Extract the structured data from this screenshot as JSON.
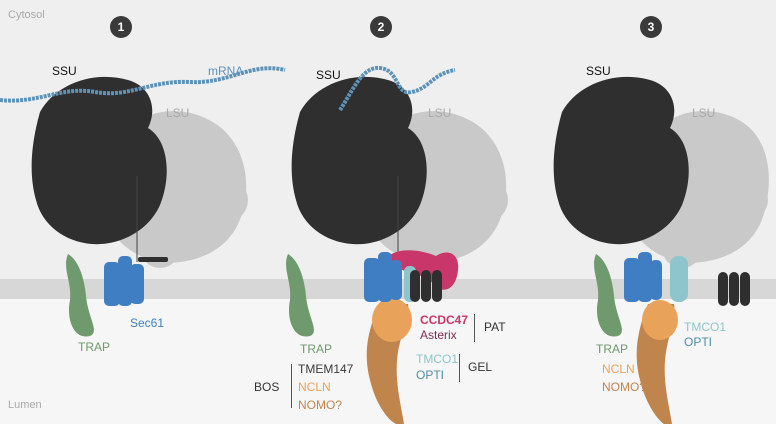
{
  "regions": {
    "top": "Cytosol",
    "bottom": "Lumen"
  },
  "panels": [
    {
      "number": "1",
      "ssu": "SSU",
      "lsu": "LSU",
      "mrna": "mRNA",
      "sec61": "Sec61",
      "trap": "TRAP"
    },
    {
      "number": "2",
      "ssu": "SSU",
      "lsu": "LSU",
      "trap": "TRAP",
      "pat": {
        "label": "PAT",
        "members": [
          "CCDC47",
          "Asterix"
        ]
      },
      "gel": {
        "label": "GEL",
        "members": [
          "TMCO1",
          "OPTI"
        ]
      },
      "bos": {
        "label": "BOS",
        "members": [
          "TMEM147",
          "NCLN",
          "NOMO?"
        ]
      }
    },
    {
      "number": "3",
      "ssu": "SSU",
      "lsu": "LSU",
      "trap": "TRAP",
      "members": [
        "TMCO1",
        "OPTI",
        "NCLN",
        "NOMO?"
      ]
    }
  ],
  "colors": {
    "background": "#efefef",
    "membrane": "#d7d7d7",
    "lumen": "#f7f7f7",
    "ssu": "#2f2f2f",
    "lsu": "#c9c9c9",
    "mrna": "#5e93b8",
    "sec61": "#3f7ec2",
    "trap": "#6f9a6d",
    "pat": "#c9376a",
    "asterix": "#7a2f52",
    "tmco1": "#8ec5cc",
    "opti": "#4e8ea6",
    "ncln": "#e9a25a",
    "nomo": "#c0854d",
    "bos_text": "#3a3a3a"
  }
}
